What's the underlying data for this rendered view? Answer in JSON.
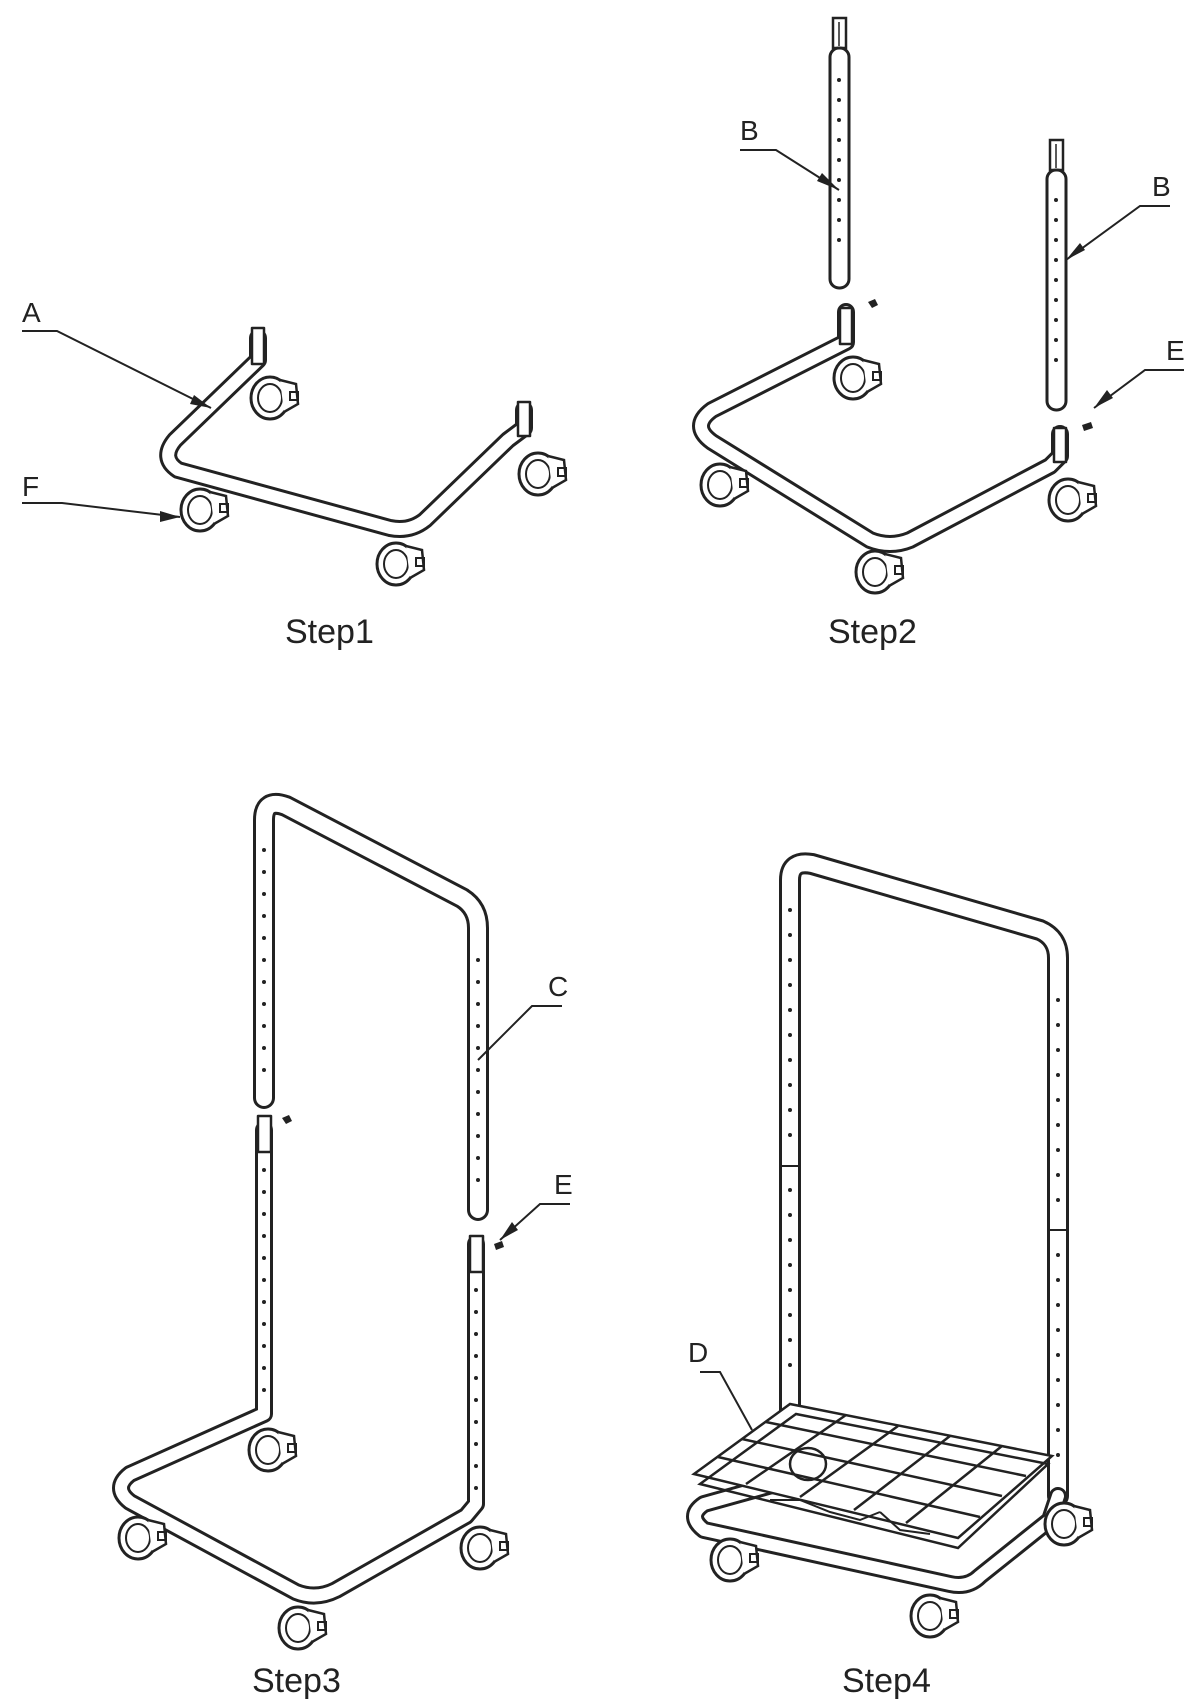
{
  "steps": [
    {
      "caption": "Step1",
      "labels": {
        "a": "A",
        "f": "F"
      }
    },
    {
      "caption": "Step2",
      "labels": {
        "b1": "B",
        "b2": "B",
        "e": "E"
      }
    },
    {
      "caption": "Step3",
      "labels": {
        "c": "C",
        "e": "E"
      }
    },
    {
      "caption": "Step4",
      "labels": {
        "d": "D"
      }
    }
  ]
}
